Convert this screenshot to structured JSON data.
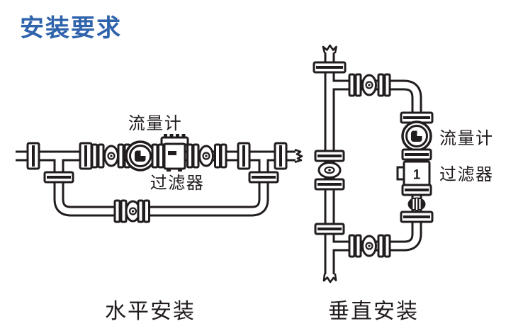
{
  "title": {
    "text": "安装要求"
  },
  "colors": {
    "background": "#ffffff",
    "title": "#2f63ab",
    "line": "#211c1d"
  },
  "diagram": {
    "horizontal": {
      "flow_meter_label": "流量计",
      "filter_label": "过滤器",
      "caption": "水平安装"
    },
    "vertical": {
      "flow_meter_label": "流量计",
      "filter_label": "过滤器",
      "filter_marking": "1",
      "caption": "垂直安装"
    }
  }
}
